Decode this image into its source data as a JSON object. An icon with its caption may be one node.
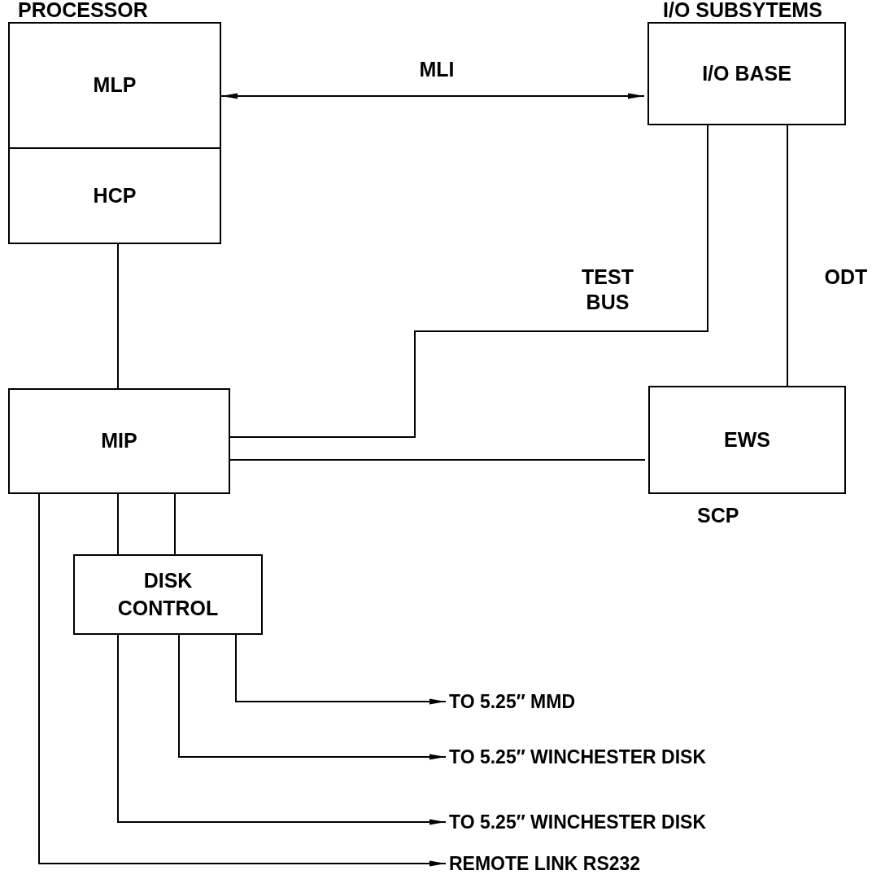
{
  "diagram": {
    "nodes": [
      {
        "text": [
          "MLP"
        ],
        "beside": [
          "PROCESSOR"
        ]
      },
      {
        "text": [
          "HCP"
        ]
      },
      {
        "text": [
          "I/O BASE"
        ],
        "beside": [
          "I/O SUBSYTEMS"
        ]
      },
      {
        "text": [
          "MIP"
        ]
      },
      {
        "text": [
          "EWS"
        ],
        "beside": [
          "SCP"
        ]
      },
      {
        "text": [
          "DISK CONTROL"
        ]
      },
      {
        "text": [
          "TO 5.25″ MMD"
        ]
      },
      {
        "text": [
          "TO 5.25″ WINCHESTER DISK"
        ]
      },
      {
        "text": [
          "TO 5.25″ WINCHESTER DISK"
        ]
      },
      {
        "text": [
          "REMOTE LINK RS232"
        ]
      }
    ],
    "edges": [
      {
        "from": 0,
        "to": 2,
        "arrow": "both",
        "label": "MLI"
      },
      {
        "from": 1,
        "to": 3,
        "arrow": "none"
      },
      {
        "from": 2,
        "to": 3,
        "arrow": "none",
        "label": "TEST BUS"
      },
      {
        "from": 2,
        "to": 4,
        "arrow": "none",
        "label": "ODT"
      },
      {
        "from": 3,
        "to": 4,
        "arrow": "none"
      },
      {
        "from": 3,
        "to": 5,
        "arrow": "none"
      },
      {
        "from": 3,
        "to": 5,
        "arrow": "none"
      },
      {
        "from": 5,
        "to": 6,
        "arrow": "to"
      },
      {
        "from": 5,
        "to": 7,
        "arrow": "to"
      },
      {
        "from": 5,
        "to": 8,
        "arrow": "to"
      },
      {
        "from": 3,
        "to": 9,
        "arrow": "to"
      }
    ]
  }
}
